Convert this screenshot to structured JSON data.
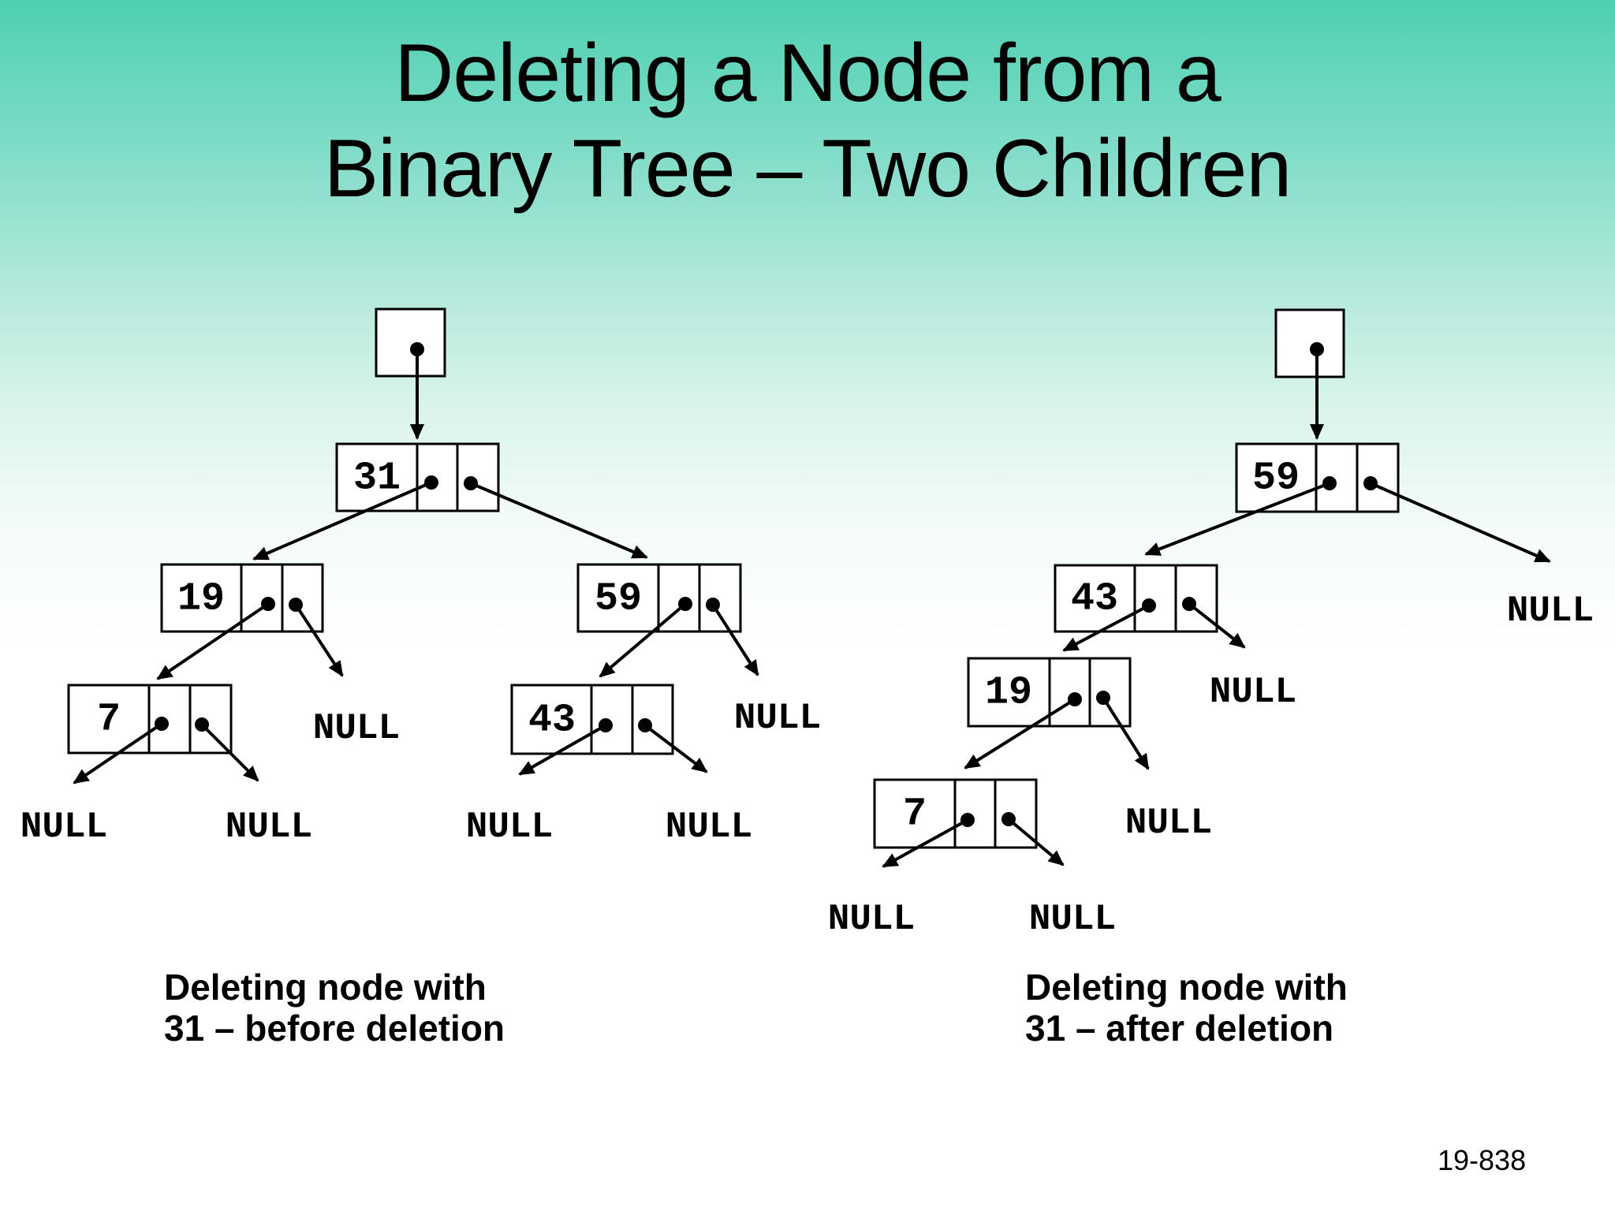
{
  "slide": {
    "title_line1": "Deleting a Node from a",
    "title_line2": "Binary Tree – Two Children",
    "page_number": "19-838",
    "null_label": "NULL",
    "before": {
      "caption_line1": "Deleting node with",
      "caption_line2": "31 – before deletion",
      "nodes": {
        "n31": "31",
        "n19": "19",
        "n7": "7",
        "n59": "59",
        "n43": "43"
      }
    },
    "after": {
      "caption_line1": "Deleting node with",
      "caption_line2": "31 – after deletion",
      "nodes": {
        "n59": "59",
        "n43": "43",
        "n19": "19",
        "n7": "7"
      }
    }
  },
  "colors": {
    "background_top": "#4ed0b2",
    "background_bottom": "#ffffff",
    "ink": "#000000"
  }
}
